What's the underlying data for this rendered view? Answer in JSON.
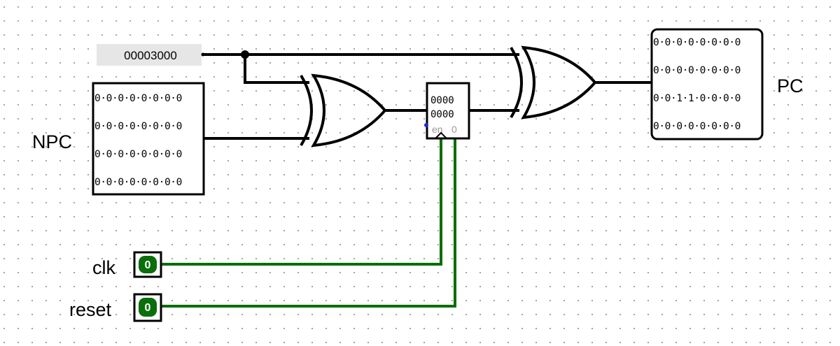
{
  "constant": {
    "value": "00003000"
  },
  "npc": {
    "label": "NPC",
    "rows": [
      "0·0·0·0·0·0·0·0",
      "0·0·0·0·0·0·0·0",
      "0·0·0·0·0·0·0·0",
      "0·0·0·0·0·0·0·0"
    ]
  },
  "pc": {
    "label": "PC",
    "rows": [
      "0·0·0·0·0·0·0·0",
      "0·0·0·0·0·0·0·0",
      "0·0·1·1·0·0·0·0",
      "0·0·0·0·0·0·0·0"
    ]
  },
  "register": {
    "line1": "0000",
    "line2": "0000",
    "enable_label": "en",
    "clear_value": "0"
  },
  "inputs": {
    "clk": {
      "label": "clk",
      "value": "0"
    },
    "reset": {
      "label": "reset",
      "value": "0"
    }
  },
  "colors": {
    "wire_bus": "#000000",
    "wire_signal": "#0a6e0a",
    "pin_fill": "#0a6e0a",
    "constant_bg": "#e6e6e6"
  }
}
